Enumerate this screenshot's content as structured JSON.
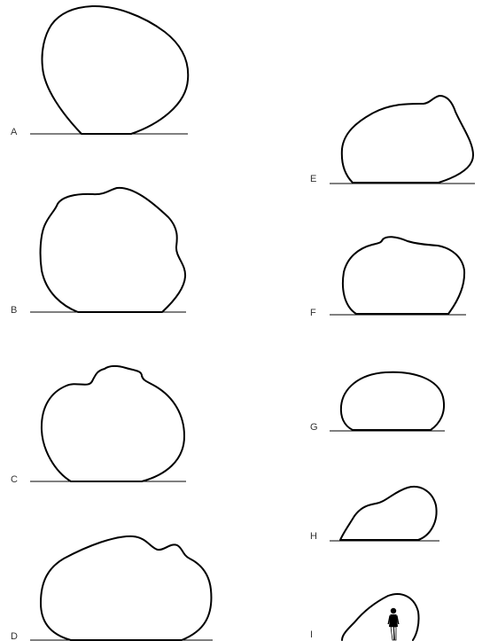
{
  "shapes": [
    {
      "id": "a",
      "label": "A"
    },
    {
      "id": "b",
      "label": "B"
    },
    {
      "id": "c",
      "label": "C"
    },
    {
      "id": "d",
      "label": "D"
    },
    {
      "id": "e",
      "label": "E"
    },
    {
      "id": "f",
      "label": "F"
    },
    {
      "id": "g",
      "label": "G"
    },
    {
      "id": "h",
      "label": "H"
    },
    {
      "id": "i",
      "label": "I"
    }
  ],
  "colors": {
    "stroke": "#000000",
    "label": "#333333",
    "background": "#ffffff"
  }
}
